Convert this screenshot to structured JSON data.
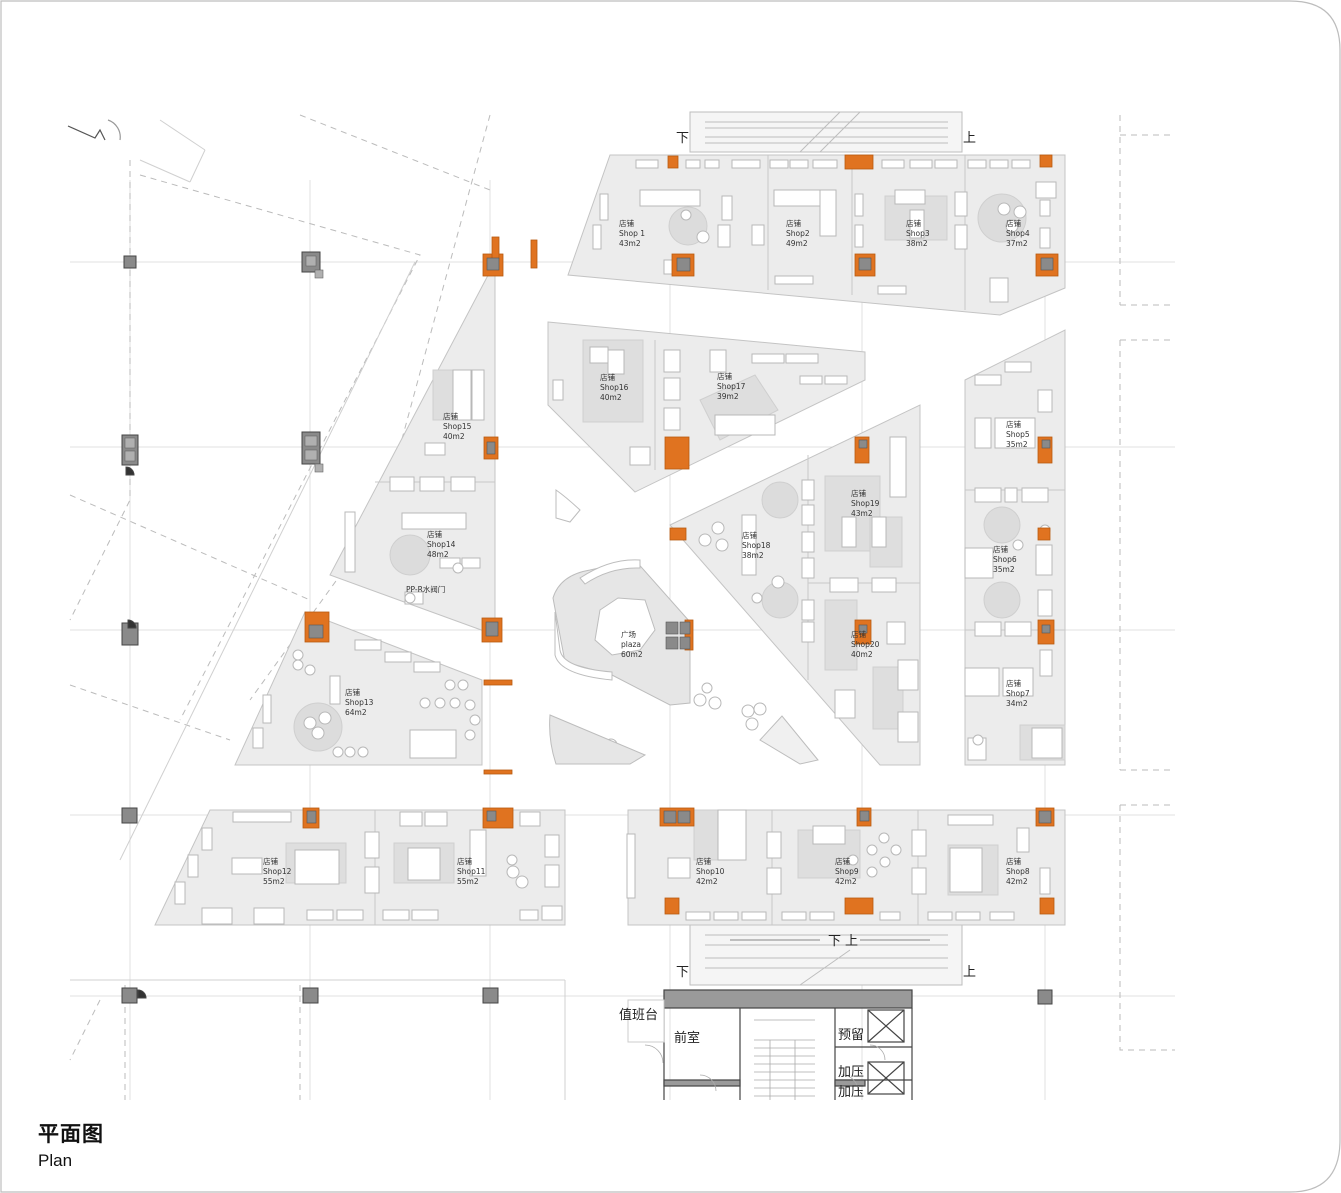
{
  "title": {
    "cn": "平面图",
    "en": "Plan"
  },
  "colors": {
    "accent": "#e07320",
    "shop_fill": "#ececec",
    "column": "#808080",
    "line": "#c8c8c8"
  },
  "shops": [
    {
      "id": "shop1",
      "cn": "店铺",
      "name": "Shop 1",
      "area": "43m2"
    },
    {
      "id": "shop2",
      "cn": "店铺",
      "name": "Shop2",
      "area": "49m2"
    },
    {
      "id": "shop3",
      "cn": "店铺",
      "name": "Shop3",
      "area": "38m2"
    },
    {
      "id": "shop4",
      "cn": "店铺",
      "name": "Shop4",
      "area": "37m2"
    },
    {
      "id": "shop5",
      "cn": "店铺",
      "name": "Shop5",
      "area": "35m2"
    },
    {
      "id": "shop6",
      "cn": "店铺",
      "name": "Shop6",
      "area": "35m2"
    },
    {
      "id": "shop7",
      "cn": "店铺",
      "name": "Shop7",
      "area": "34m2"
    },
    {
      "id": "shop8",
      "cn": "店铺",
      "name": "Shop8",
      "area": "42m2"
    },
    {
      "id": "shop9",
      "cn": "店铺",
      "name": "Shop9",
      "area": "42m2"
    },
    {
      "id": "shop10",
      "cn": "店铺",
      "name": "Shop10",
      "area": "42m2"
    },
    {
      "id": "shop11",
      "cn": "店铺",
      "name": "Shop11",
      "area": "55m2"
    },
    {
      "id": "shop12",
      "cn": "店铺",
      "name": "Shop12",
      "area": "55m2"
    },
    {
      "id": "shop13",
      "cn": "店铺",
      "name": "Shop13",
      "area": "64m2"
    },
    {
      "id": "shop14",
      "cn": "店铺",
      "name": "Shop14",
      "area": "48m2"
    },
    {
      "id": "shop15",
      "cn": "店铺",
      "name": "Shop15",
      "area": "40m2"
    },
    {
      "id": "shop16",
      "cn": "店铺",
      "name": "Shop16",
      "area": "40m2"
    },
    {
      "id": "shop17",
      "cn": "店铺",
      "name": "Shop17",
      "area": "39m2"
    },
    {
      "id": "shop18",
      "cn": "店铺",
      "name": "Shop18",
      "area": "38m2"
    },
    {
      "id": "shop19",
      "cn": "店铺",
      "name": "Shop19",
      "area": "43m2"
    },
    {
      "id": "shop20",
      "cn": "店铺",
      "name": "Shop20",
      "area": "40m2"
    }
  ],
  "plaza": {
    "cn": "广场",
    "en": "plaza",
    "area": "60m2"
  },
  "valve": "PP-R水阀门",
  "stairs": {
    "down": "下",
    "up": "上"
  },
  "core": {
    "duty_desk": "值班台",
    "anteroom": "前室",
    "reserved": "预留",
    "pressurize": "加压"
  }
}
